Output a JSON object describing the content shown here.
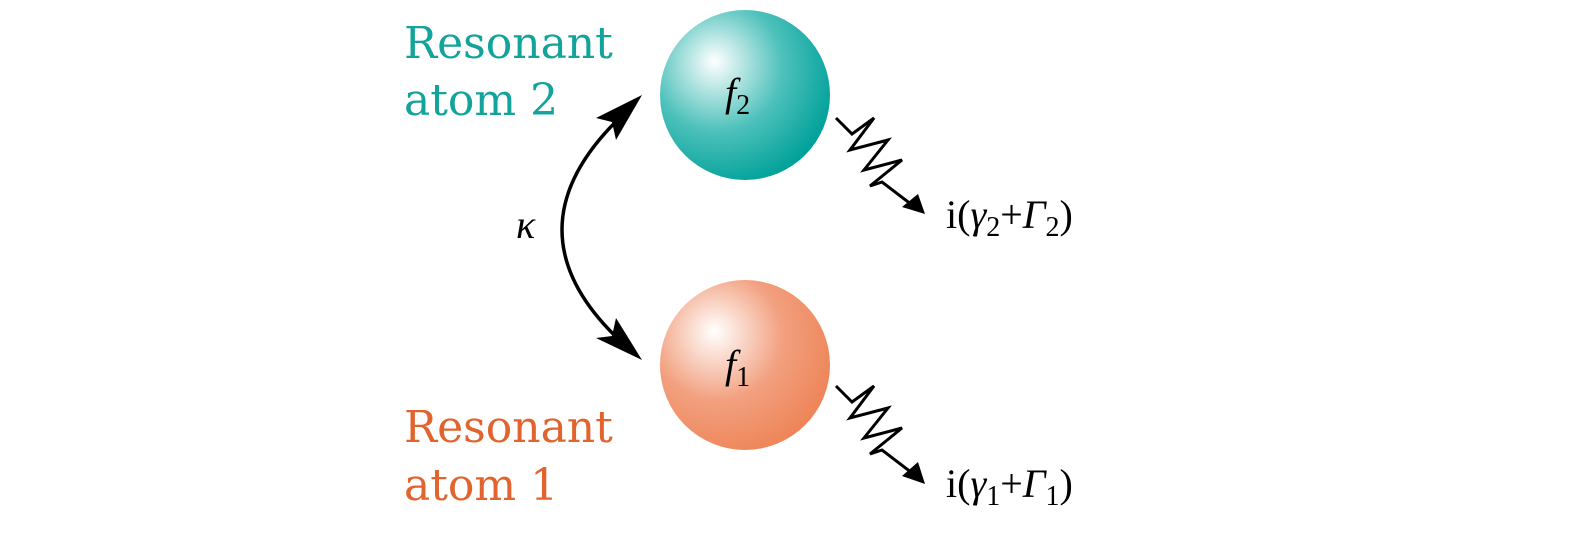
{
  "colors": {
    "atom2": "#00a19a",
    "atom1": "#e8643c",
    "atom2_label": "#12a39a",
    "atom1_label": "#e1642e",
    "line": "#000000"
  },
  "atom2": {
    "label_line1": "Resonant",
    "label_line2": "atom 2",
    "symbol": "f",
    "index": "2"
  },
  "atom1": {
    "label_line1": "Resonant",
    "label_line2": "atom 1",
    "symbol": "f",
    "index": "1"
  },
  "coupling": {
    "symbol": "κ"
  },
  "decay2": {
    "prefix": "i(",
    "gamma": "γ",
    "gamma_index": "2",
    "plus": "+",
    "Gamma": "Γ",
    "Gamma_index": "2",
    "suffix": ")"
  },
  "decay1": {
    "prefix": "i(",
    "gamma": "γ",
    "gamma_index": "1",
    "plus": "+",
    "Gamma": "Γ",
    "Gamma_index": "1",
    "suffix": ")"
  }
}
